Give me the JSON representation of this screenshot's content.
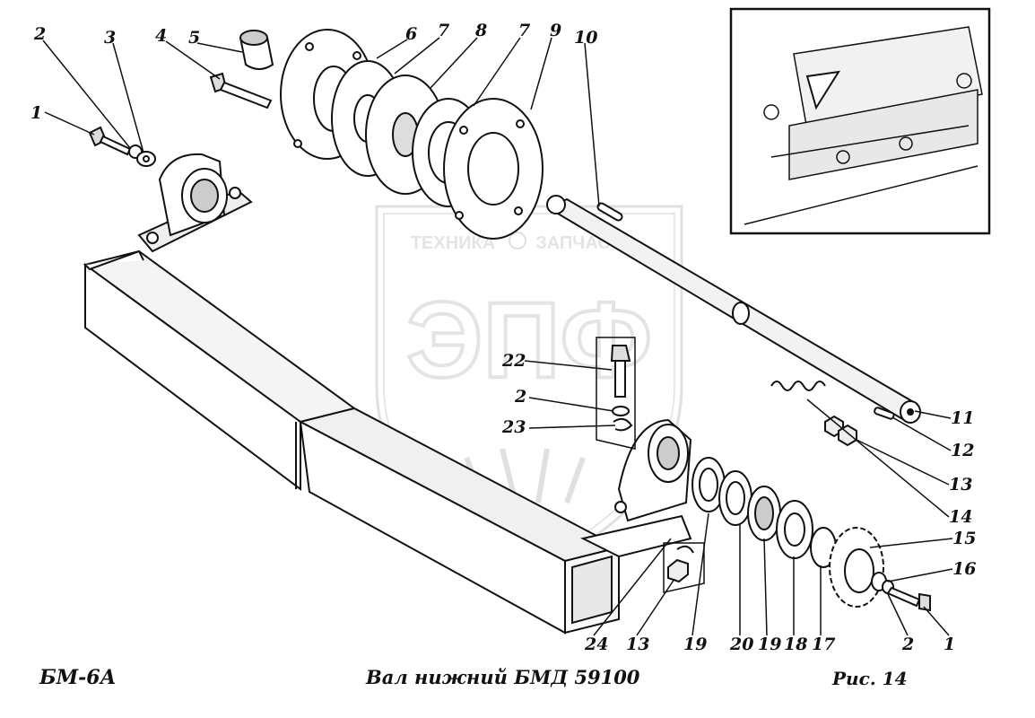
{
  "caption": {
    "model": "БМ-6А",
    "title": "Вал нижний БМД 59100",
    "figure": "Рис. 14"
  },
  "watermark": {
    "line1": "ТЕХНИКА",
    "line2": "ЗАПЧАСТИ",
    "logo": "ЭПФ"
  },
  "callouts": [
    {
      "id": "c1a",
      "text": "1"
    },
    {
      "id": "c2a",
      "text": "2"
    },
    {
      "id": "c3",
      "text": "3"
    },
    {
      "id": "c4",
      "text": "4"
    },
    {
      "id": "c5",
      "text": "5"
    },
    {
      "id": "c6",
      "text": "6"
    },
    {
      "id": "c7a",
      "text": "7"
    },
    {
      "id": "c8",
      "text": "8"
    },
    {
      "id": "c7b",
      "text": "7"
    },
    {
      "id": "c9",
      "text": "9"
    },
    {
      "id": "c10",
      "text": "10"
    },
    {
      "id": "c11",
      "text": "11"
    },
    {
      "id": "c12",
      "text": "12"
    },
    {
      "id": "c13a",
      "text": "13"
    },
    {
      "id": "c14",
      "text": "14"
    },
    {
      "id": "c15",
      "text": "15"
    },
    {
      "id": "c16",
      "text": "16"
    },
    {
      "id": "c22",
      "text": "22"
    },
    {
      "id": "c2b",
      "text": "2"
    },
    {
      "id": "c23",
      "text": "23"
    },
    {
      "id": "c24",
      "text": "24"
    },
    {
      "id": "c13b",
      "text": "13"
    },
    {
      "id": "c19a",
      "text": "19"
    },
    {
      "id": "c20",
      "text": "20"
    },
    {
      "id": "c19b",
      "text": "19"
    },
    {
      "id": "c18",
      "text": "18"
    },
    {
      "id": "c17",
      "text": "17"
    },
    {
      "id": "c2c",
      "text": "2"
    },
    {
      "id": "c1b",
      "text": "1"
    }
  ]
}
